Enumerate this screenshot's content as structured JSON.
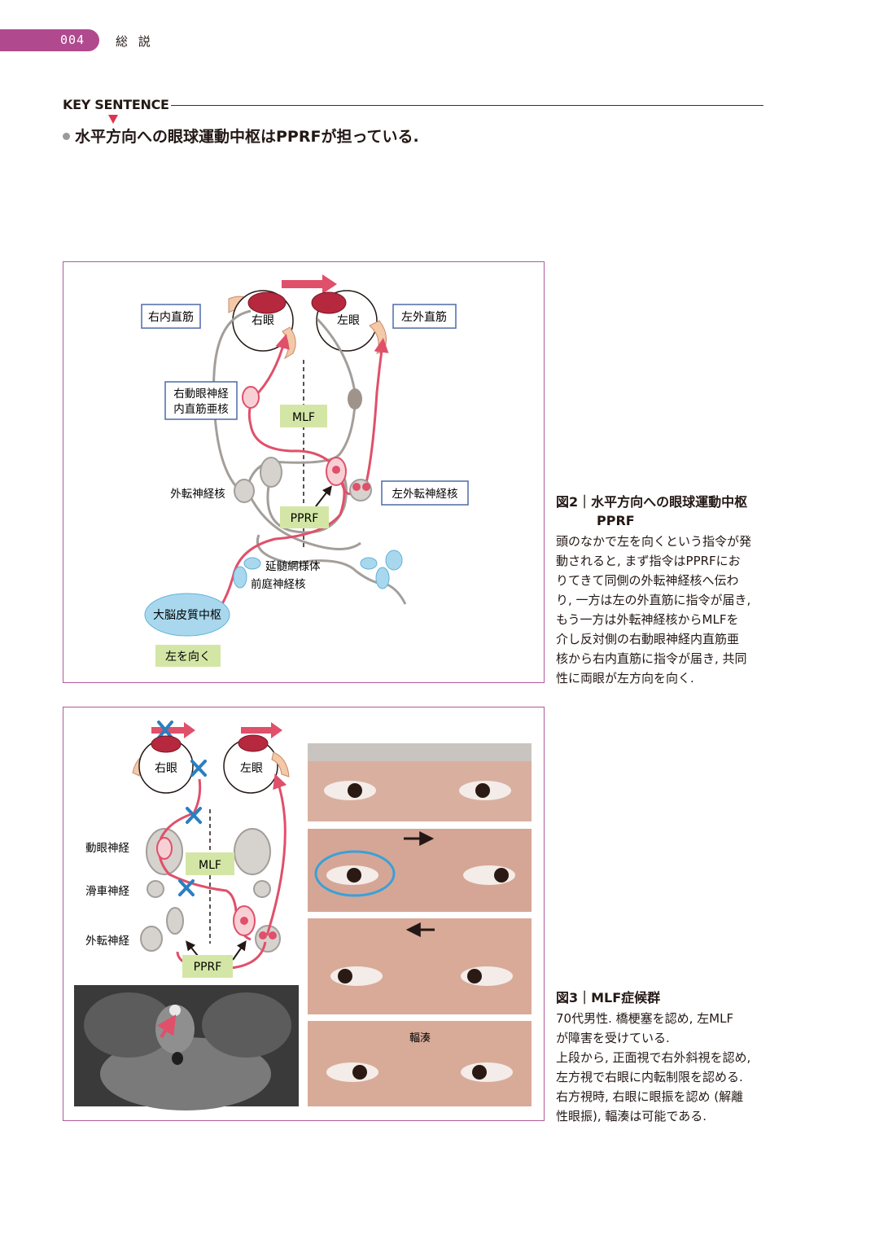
{
  "header": {
    "page_number": "004",
    "section": "総 説"
  },
  "key_sentence": {
    "heading": "KEY SENTENCE",
    "text": "水平方向への眼球運動中枢はPPRFが担っている."
  },
  "figure2": {
    "labels": {
      "right_medial_rectus": "右内直筋",
      "right_eye": "右眼",
      "left_eye": "左眼",
      "left_lateral_rectus": "左外直筋",
      "oculomotor_line1": "右動眼神経",
      "oculomotor_line2": "内直筋亜核",
      "mlf": "MLF",
      "abducens_nucleus": "外転神経核",
      "left_abducens_nucleus": "左外転神経核",
      "pprf": "PPRF",
      "medulla_line1": "延髄網様体",
      "medulla_line2": "前庭神経核",
      "cortex": "大脳皮質中枢",
      "look_left": "左を向く"
    },
    "caption": {
      "title": "図2｜水平方向への眼球運動中枢",
      "title_line2": "PPRF",
      "lines": [
        "頭のなかで左を向くという指令が発",
        "動されると, まず指令はPPRFにお",
        "りてきて同側の外転神経核へ伝わ",
        "り, 一方は左の外直筋に指令が届き,",
        "もう一方は外転神経核からMLFを",
        "介し反対側の右動眼神経内直筋亜",
        "核から右内直筋に指令が届き, 共同",
        "性に両眼が左方向を向く."
      ]
    }
  },
  "figure3": {
    "labels": {
      "right_eye": "右眼",
      "left_eye": "左眼",
      "oculomotor": "動眼神経",
      "trochlear": "滑車神経",
      "abducens": "外転神経",
      "mlf": "MLF",
      "pprf": "PPRF",
      "convergence": "輻湊"
    },
    "caption": {
      "title": "図3｜MLF症候群",
      "lines": [
        "70代男性. 橋梗塞を認め, 左MLF",
        "が障害を受けている.",
        "上段から, 正面視で右外斜視を認め,",
        "左方視で右眼に内転制限を認める.",
        "右方視時, 右眼に眼振を認め (解離",
        "性眼振), 輻湊は可能である."
      ]
    }
  },
  "colors": {
    "accent_purple": "#b0498e",
    "pathway_red": "#e0506a",
    "nucleus_gray": "#bdb8b4",
    "label_green": "#d4e6a5",
    "cortex_blue": "#a9d8ee",
    "cross_blue": "#2a7fc0"
  }
}
